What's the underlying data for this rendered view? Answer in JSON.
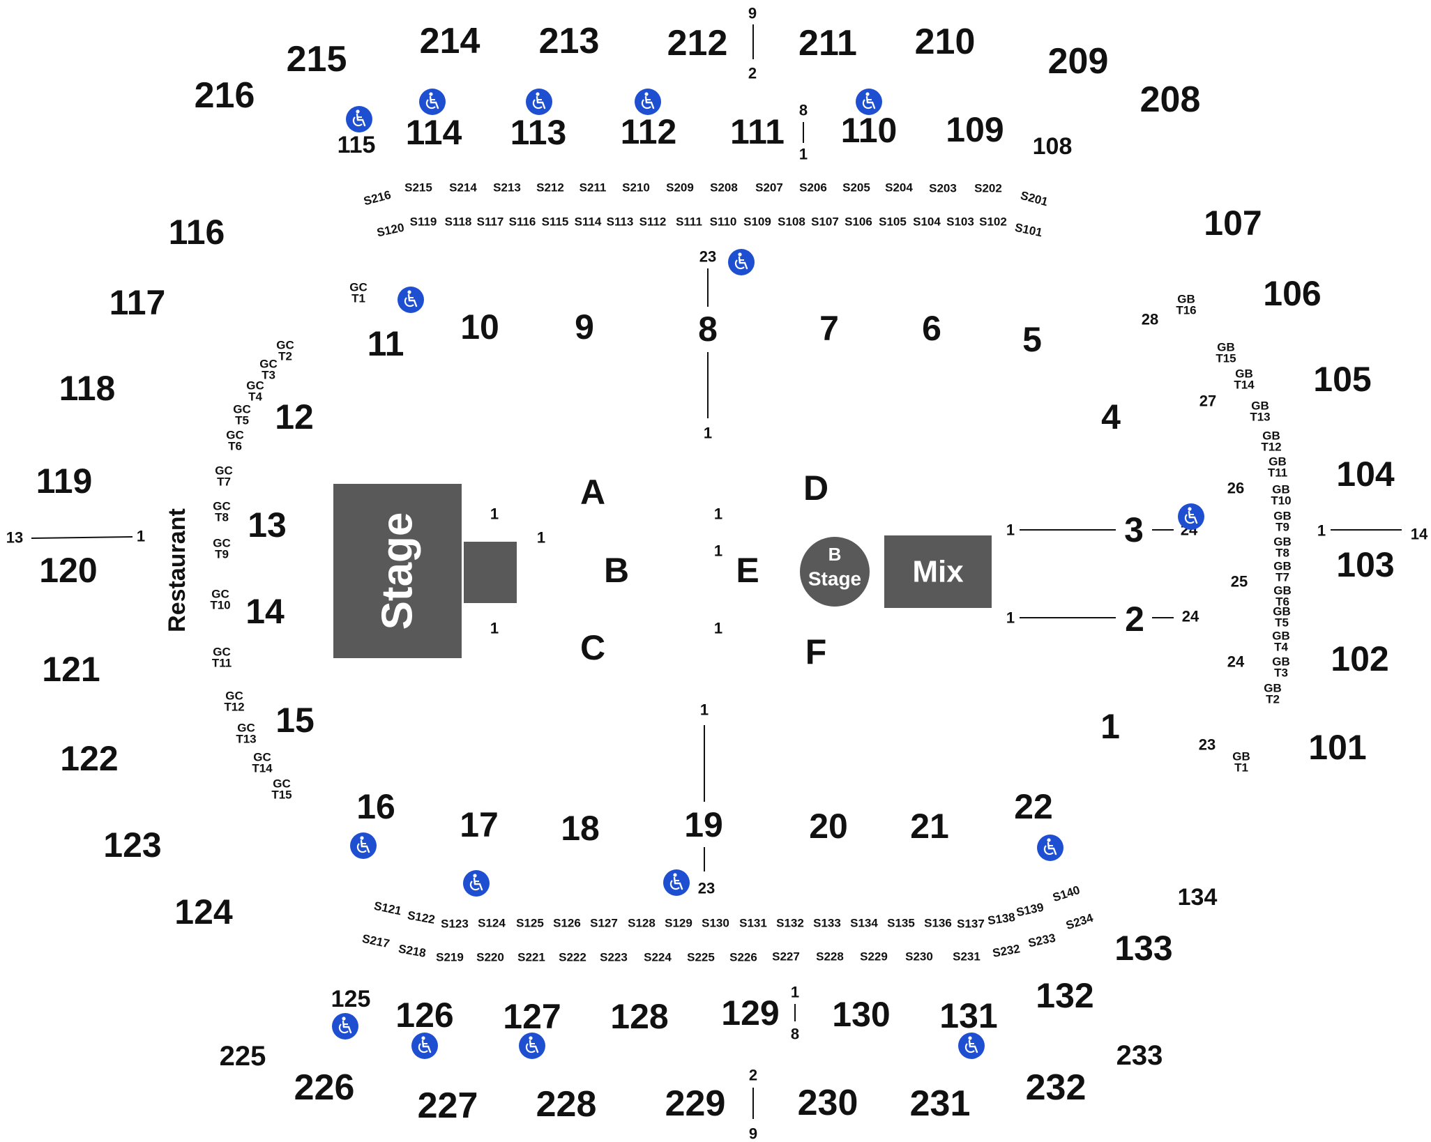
{
  "map": {
    "stage_label": "Stage",
    "b_stage_label": "B",
    "b_stage_label2": "Stage",
    "mix_label": "Mix",
    "restaurant_label": "Restaurant",
    "colors": {
      "block": "#595959",
      "accessible": "#1f4fd1",
      "text": "#111111"
    }
  },
  "sections_200": [
    {
      "label": "216"
    },
    {
      "label": "215"
    },
    {
      "label": "214"
    },
    {
      "label": "213"
    },
    {
      "label": "212"
    },
    {
      "label": "211"
    },
    {
      "label": "210"
    },
    {
      "label": "209"
    },
    {
      "label": "208"
    },
    {
      "label": "225"
    },
    {
      "label": "226"
    },
    {
      "label": "227"
    },
    {
      "label": "228"
    },
    {
      "label": "229"
    },
    {
      "label": "230"
    },
    {
      "label": "231"
    },
    {
      "label": "232"
    },
    {
      "label": "233"
    }
  ],
  "sections_100": [
    {
      "label": "115"
    },
    {
      "label": "114"
    },
    {
      "label": "113"
    },
    {
      "label": "112"
    },
    {
      "label": "111"
    },
    {
      "label": "110"
    },
    {
      "label": "109"
    },
    {
      "label": "108"
    },
    {
      "label": "116"
    },
    {
      "label": "117"
    },
    {
      "label": "118"
    },
    {
      "label": "119"
    },
    {
      "label": "120"
    },
    {
      "label": "121"
    },
    {
      "label": "122"
    },
    {
      "label": "123"
    },
    {
      "label": "124"
    },
    {
      "label": "107"
    },
    {
      "label": "106"
    },
    {
      "label": "105"
    },
    {
      "label": "104"
    },
    {
      "label": "103"
    },
    {
      "label": "102"
    },
    {
      "label": "101"
    },
    {
      "label": "125"
    },
    {
      "label": "126"
    },
    {
      "label": "127"
    },
    {
      "label": "128"
    },
    {
      "label": "129"
    },
    {
      "label": "130"
    },
    {
      "label": "131"
    },
    {
      "label": "132"
    },
    {
      "label": "133"
    },
    {
      "label": "134"
    }
  ],
  "floor_sections": [
    {
      "label": "11"
    },
    {
      "label": "10"
    },
    {
      "label": "9"
    },
    {
      "label": "8"
    },
    {
      "label": "7"
    },
    {
      "label": "6"
    },
    {
      "label": "5"
    },
    {
      "label": "4"
    },
    {
      "label": "12"
    },
    {
      "label": "13"
    },
    {
      "label": "14"
    },
    {
      "label": "15"
    },
    {
      "label": "16"
    },
    {
      "label": "17"
    },
    {
      "label": "18"
    },
    {
      "label": "19"
    },
    {
      "label": "20"
    },
    {
      "label": "21"
    },
    {
      "label": "22"
    },
    {
      "label": "3"
    },
    {
      "label": "2"
    },
    {
      "label": "1"
    },
    {
      "label": "A"
    },
    {
      "label": "B"
    },
    {
      "label": "C"
    },
    {
      "label": "D"
    },
    {
      "label": "E"
    },
    {
      "label": "F"
    }
  ],
  "suites_top_row1": [
    "S216",
    "S215",
    "S214",
    "S213",
    "S212",
    "S211",
    "S210",
    "S209",
    "S208",
    "S207",
    "S206",
    "S205",
    "S204",
    "S203",
    "S202",
    "S201"
  ],
  "suites_top_row2": [
    "S120",
    "S119",
    "S118",
    "S117",
    "S116",
    "S115",
    "S114",
    "S113",
    "S112",
    "S111",
    "S110",
    "S109",
    "S108",
    "S107",
    "S106",
    "S105",
    "S104",
    "S103",
    "S102",
    "S101"
  ],
  "suites_bottom_row1": [
    "S121",
    "S122",
    "S123",
    "S124",
    "S125",
    "S126",
    "S127",
    "S128",
    "S129",
    "S130",
    "S131",
    "S132",
    "S133",
    "S134",
    "S135",
    "S136",
    "S137",
    "S138",
    "S139",
    "S140"
  ],
  "suites_bottom_row2": [
    "S217",
    "S218",
    "S219",
    "S220",
    "S221",
    "S222",
    "S223",
    "S224",
    "S225",
    "S226",
    "S227",
    "S228",
    "S229",
    "S230",
    "S231",
    "S232",
    "S233",
    "S234"
  ],
  "gc_tables": [
    "GC",
    "T1",
    "GC",
    "T2",
    "GC",
    "T3",
    "GC",
    "T4",
    "GC",
    "T5",
    "GC",
    "T6",
    "GC",
    "T7",
    "GC",
    "T8",
    "GC",
    "T9",
    "GC",
    "T10",
    "GC",
    "T11",
    "GC",
    "T12",
    "GC",
    "T13",
    "GC",
    "T14",
    "GC",
    "T15"
  ],
  "gb_tables": [
    "GB",
    "T16",
    "GB",
    "T15",
    "GB",
    "T14",
    "GB",
    "T13",
    "GB",
    "T12",
    "GB",
    "T11",
    "GB",
    "T10",
    "GB",
    "T9",
    "GB",
    "T8",
    "GB",
    "T7",
    "GB",
    "T6",
    "GB",
    "T5",
    "GB",
    "T4",
    "GB",
    "T3",
    "GB",
    "T2",
    "GB",
    "T1"
  ],
  "row_numbers": [
    "9",
    "2",
    "8",
    "1",
    "23",
    "1",
    "1",
    "1",
    "1",
    "1",
    "1",
    "1",
    "1",
    "1",
    "1",
    "23",
    "1",
    "13",
    "1",
    "14",
    "1",
    "24",
    "1",
    "24",
    "28",
    "27",
    "26",
    "25",
    "24",
    "23",
    "2",
    "9",
    "1",
    "8"
  ]
}
